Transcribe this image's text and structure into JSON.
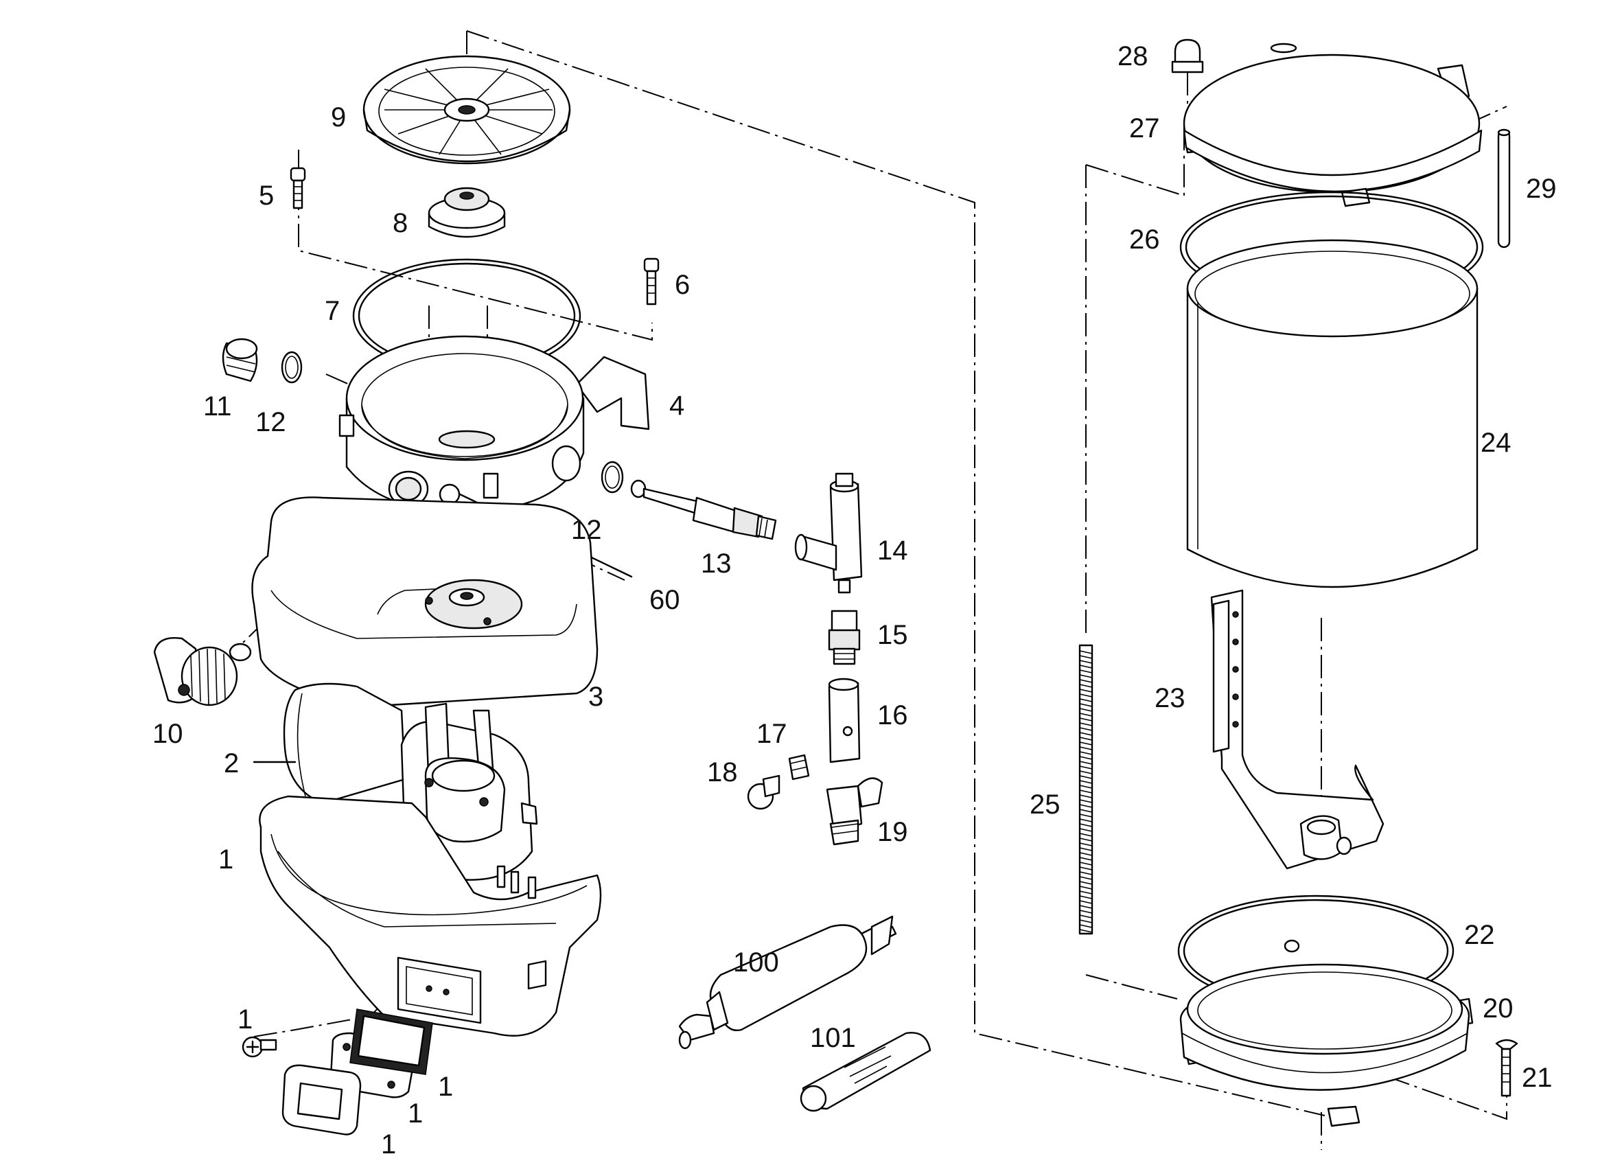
{
  "callouts": [
    {
      "id": "c1a",
      "text": "1"
    },
    {
      "id": "c1b",
      "text": "1"
    },
    {
      "id": "c1c",
      "text": "1"
    },
    {
      "id": "c1d",
      "text": "1"
    },
    {
      "id": "c1e",
      "text": "1"
    },
    {
      "id": "c2",
      "text": "2"
    },
    {
      "id": "c3",
      "text": "3"
    },
    {
      "id": "c4",
      "text": "4"
    },
    {
      "id": "c5",
      "text": "5"
    },
    {
      "id": "c6",
      "text": "6"
    },
    {
      "id": "c7",
      "text": "7"
    },
    {
      "id": "c8",
      "text": "8"
    },
    {
      "id": "c9",
      "text": "9"
    },
    {
      "id": "c10",
      "text": "10"
    },
    {
      "id": "c11",
      "text": "11"
    },
    {
      "id": "c12a",
      "text": "12"
    },
    {
      "id": "c12b",
      "text": "12"
    },
    {
      "id": "c13",
      "text": "13"
    },
    {
      "id": "c14",
      "text": "14"
    },
    {
      "id": "c15",
      "text": "15"
    },
    {
      "id": "c16",
      "text": "16"
    },
    {
      "id": "c17",
      "text": "17"
    },
    {
      "id": "c18",
      "text": "18"
    },
    {
      "id": "c19",
      "text": "19"
    },
    {
      "id": "c20",
      "text": "20"
    },
    {
      "id": "c21",
      "text": "21"
    },
    {
      "id": "c22",
      "text": "22"
    },
    {
      "id": "c23",
      "text": "23"
    },
    {
      "id": "c24",
      "text": "24"
    },
    {
      "id": "c25",
      "text": "25"
    },
    {
      "id": "c26",
      "text": "26"
    },
    {
      "id": "c27",
      "text": "27"
    },
    {
      "id": "c28",
      "text": "28"
    },
    {
      "id": "c29",
      "text": "29"
    },
    {
      "id": "c60",
      "text": "60"
    },
    {
      "id": "c100",
      "text": "100"
    },
    {
      "id": "c101",
      "text": "101"
    }
  ]
}
